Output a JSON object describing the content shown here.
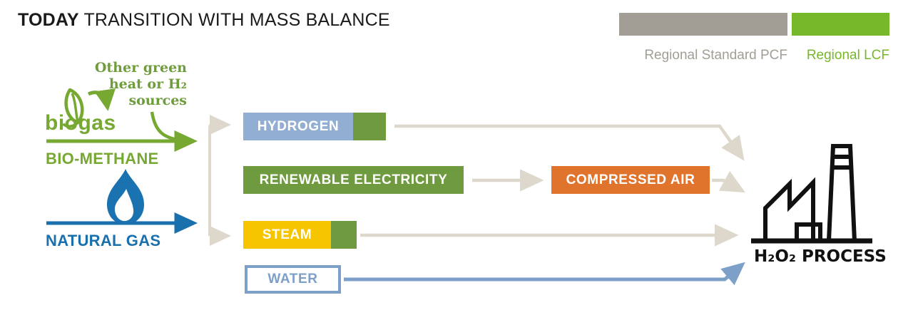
{
  "title": {
    "bold_word": "TODAY",
    "rest": " TRANSITION WITH MASS BALANCE"
  },
  "legend": {
    "pcf_label": "Regional Standard PCF",
    "lcf_label": "Regional LCF"
  },
  "sources": {
    "other_green_line1": "Other green",
    "other_green_line2": "heat or H₂",
    "other_green_line3": "sources",
    "biogas_label": "biogas",
    "bio_methane_label": "BIO-METHANE",
    "natural_gas_label": "NATURAL GAS"
  },
  "boxes": {
    "hydrogen": "HYDROGEN",
    "renewable_electricity": "RENEWABLE ELECTRICITY",
    "compressed_air": "COMPRESSED AIR",
    "steam": "STEAM",
    "water": "WATER"
  },
  "process": {
    "label": "H₂O₂ PROCESS"
  },
  "icons": {
    "biogas": "biogas-leaf-recycle-icon",
    "flame": "gas-flame-icon",
    "factory": "factory-icon"
  },
  "colors": {
    "legend_gray": "#a39e95",
    "legend_green": "#76b82a",
    "bio_green": "#76a832",
    "serif_green": "#6f9c3d",
    "box_green": "#6f9a3f",
    "hydrogen_blue": "#92afd3",
    "water_blue": "#7da0c9",
    "natural_gas_blue": "#1a6fad",
    "steam_yellow": "#f6c500",
    "compressed_orange": "#e0742c",
    "connector_gray": "#ddd8cb",
    "text_black": "#1a1a1a"
  }
}
